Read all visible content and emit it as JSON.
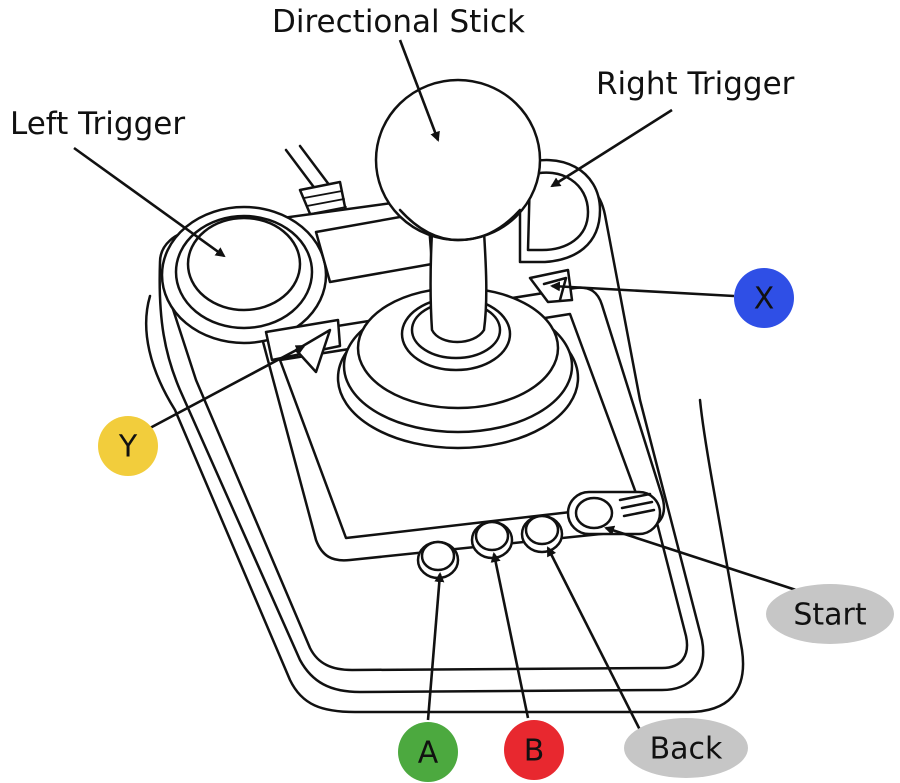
{
  "labels": {
    "directional_stick": "Directional Stick",
    "right_trigger": "Right Trigger",
    "left_trigger": "Left Trigger",
    "start": "Start",
    "back": "Back"
  },
  "badges": {
    "x": {
      "text": "X",
      "color": "#2f4fe6"
    },
    "y": {
      "text": "Y",
      "color": "#f2cd3c"
    },
    "a": {
      "text": "A",
      "color": "#4ca93f"
    },
    "b": {
      "text": "B",
      "color": "#e8282f"
    },
    "start": {
      "color": "#c6c6c6"
    },
    "back": {
      "color": "#c6c6c6"
    }
  }
}
